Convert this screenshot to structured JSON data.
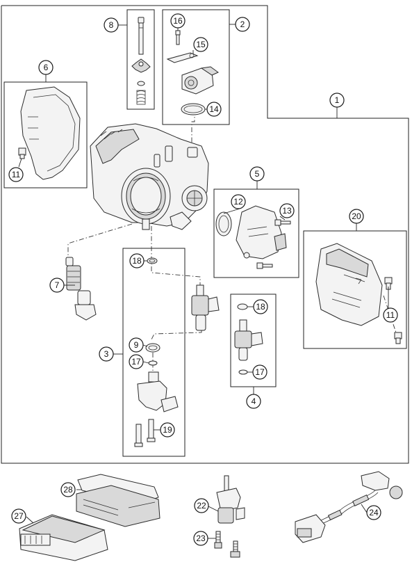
{
  "diagram": {
    "callouts": [
      {
        "id": "c1",
        "label": "1"
      },
      {
        "id": "c2",
        "label": "2"
      },
      {
        "id": "c3",
        "label": "3"
      },
      {
        "id": "c4",
        "label": "4"
      },
      {
        "id": "c5",
        "label": "5"
      },
      {
        "id": "c6",
        "label": "6"
      },
      {
        "id": "c7",
        "label": "7"
      },
      {
        "id": "c8",
        "label": "8"
      },
      {
        "id": "c9",
        "label": "9"
      },
      {
        "id": "c11a",
        "label": "11"
      },
      {
        "id": "c11b",
        "label": "11"
      },
      {
        "id": "c12",
        "label": "12"
      },
      {
        "id": "c13",
        "label": "13"
      },
      {
        "id": "c14",
        "label": "14"
      },
      {
        "id": "c15",
        "label": "15"
      },
      {
        "id": "c16",
        "label": "16"
      },
      {
        "id": "c17a",
        "label": "17"
      },
      {
        "id": "c17b",
        "label": "17"
      },
      {
        "id": "c18a",
        "label": "18"
      },
      {
        "id": "c18b",
        "label": "18"
      },
      {
        "id": "c19",
        "label": "19"
      },
      {
        "id": "c20",
        "label": "20"
      },
      {
        "id": "c22",
        "label": "22"
      },
      {
        "id": "c23",
        "label": "23"
      },
      {
        "id": "c24",
        "label": "24"
      },
      {
        "id": "c27",
        "label": "27"
      },
      {
        "id": "c28",
        "label": "28"
      }
    ]
  }
}
